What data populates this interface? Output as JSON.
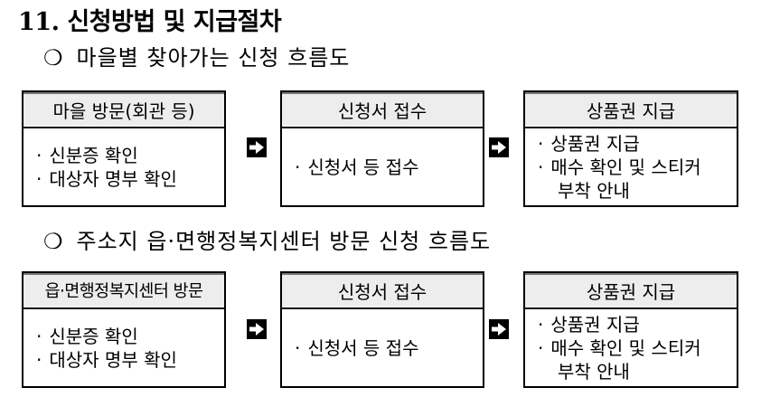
{
  "title": "11. 신청방법 및 지급절차",
  "bullet_symbol": "❍",
  "flows": [
    {
      "heading": "마을별 찾아가는 신청 흐름도",
      "steps": [
        {
          "title": "마을 방문(회관 등)",
          "items": [
            "신분증 확인",
            "대상자 명부 확인"
          ]
        },
        {
          "title": "신청서 접수",
          "items": [
            "신청서 등 접수"
          ]
        },
        {
          "title": "상품권 지급",
          "items": [
            "상품권 지급",
            "매수 확인 및 스티커"
          ],
          "continuation": "부착 안내"
        }
      ]
    },
    {
      "heading": "주소지 읍·면행정복지센터 방문 신청 흐름도",
      "steps": [
        {
          "title": "읍·면행정복지센터 방문",
          "items": [
            "신분증 확인",
            "대상자 명부 확인"
          ]
        },
        {
          "title": "신청서 접수",
          "items": [
            "신청서 등 접수"
          ]
        },
        {
          "title": "상품권 지급",
          "items": [
            "상품권 지급",
            "매수 확인 및 스티커"
          ],
          "continuation": "부착 안내"
        }
      ]
    }
  ],
  "item_marker": "·",
  "arrow_icon": "right-arrow-box-icon"
}
